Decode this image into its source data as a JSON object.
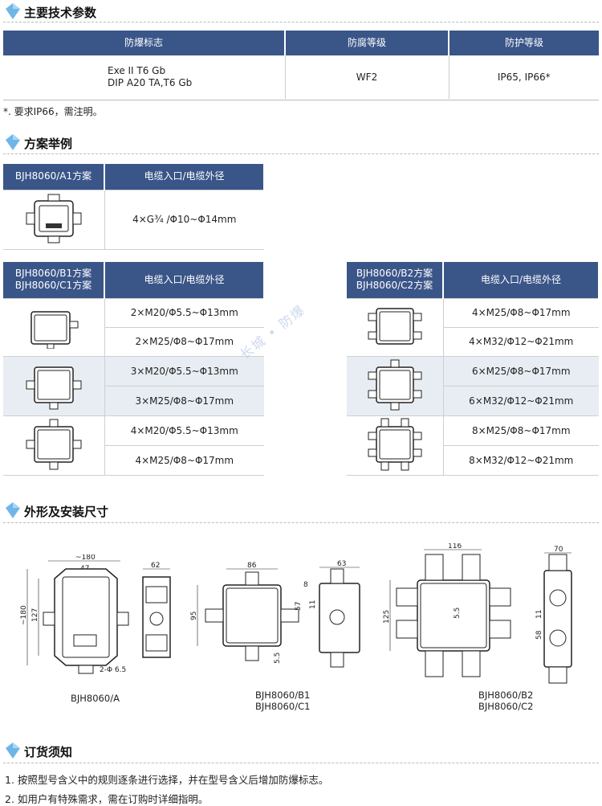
{
  "sections": {
    "specs": "主要技术参数",
    "examples": "方案举例",
    "dimensions": "外形及安装尺寸",
    "ordering": "订货须知"
  },
  "spec_table": {
    "headers": [
      "防爆标志",
      "防腐等级",
      "防护等级"
    ],
    "explosion_mark": [
      "Exe II T6 Gb",
      "DIP A20 TA,T6 Gb"
    ],
    "corrosion": "WF2",
    "protection": "IP65, IP66*"
  },
  "spec_note": "*. 要求IP66，需注明。",
  "table_a1": {
    "h1": "BJH8060/A1方案",
    "h2": "电缆入口/电缆外径",
    "row": "4×G¾ /Φ10~Φ14mm"
  },
  "table_b1": {
    "h1": [
      "BJH8060/B1方案",
      "BJH8060/C1方案"
    ],
    "h2": "电缆入口/电缆外径",
    "rows": [
      "2×M20/Φ5.5~Φ13mm",
      "2×M25/Φ8~Φ17mm",
      "3×M20/Φ5.5~Φ13mm",
      "3×M25/Φ8~Φ17mm",
      "4×M20/Φ5.5~Φ13mm",
      "4×M25/Φ8~Φ17mm"
    ]
  },
  "table_b2": {
    "h1": [
      "BJH8060/B2方案",
      "BJH8060/C2方案"
    ],
    "h2": "电缆入口/电缆外径",
    "rows": [
      "4×M25/Φ8~Φ17mm",
      "4×M32/Φ12~Φ21mm",
      "6×M25/Φ8~Φ17mm",
      "6×M32/Φ12~Φ21mm",
      "8×M25/Φ8~Φ17mm",
      "8×M32/Φ12~Φ21mm"
    ]
  },
  "drawings": {
    "a_caption": "BJH8060/A",
    "b1_caption": [
      "BJH8060/B1",
      "BJH8060/C1"
    ],
    "b2_caption": [
      "BJH8060/B2",
      "BJH8060/C2"
    ],
    "a_dims": [
      "~180",
      "47",
      "62",
      "127",
      "~180",
      "2-Φ 6.5"
    ],
    "b1_dims": [
      "86",
      "63",
      "95",
      "8",
      "11",
      "57",
      "5.5"
    ],
    "b2_dims": [
      "116",
      "70",
      "125",
      "5.5",
      "11",
      "58"
    ]
  },
  "watermark": "长城 • 防爆",
  "ordering": [
    "1. 按照型号含义中的规则逐条进行选择，并在型号含义后增加防爆标志。",
    "2. 如用户有特殊需求，需在订购时详细指明。"
  ]
}
